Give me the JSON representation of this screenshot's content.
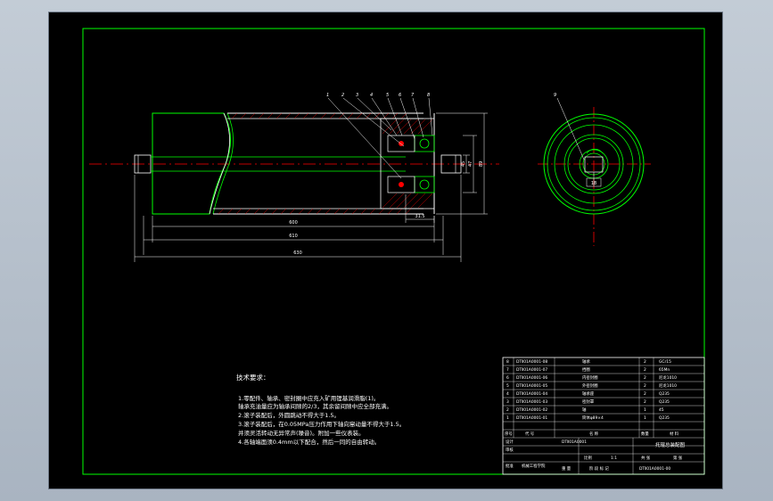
{
  "colors": {
    "background": "#b9c3ce",
    "sheet": "#000000",
    "border": "#00ff00",
    "outline": "#ffffff",
    "centerline": "#ff0000",
    "hatch": "#ff0000",
    "part_green": "#00ff00"
  },
  "drawing": {
    "callouts": [
      "1",
      "2",
      "3",
      "4",
      "5",
      "6",
      "7",
      "8",
      "9"
    ],
    "dims": {
      "len_inner": "600",
      "len_mid": "610",
      "len_total": "630",
      "bearing_width": "31.5",
      "dia_1": "45",
      "dia_2": "47",
      "dia_3": "89",
      "section_flat": "18"
    }
  },
  "notes": {
    "title": "技术要求：",
    "lines": [
      "1.零配件、轴承、密封圈中应充入矿用锂基润滑脂(1)。",
      "  轴承充油量应为轴承间隙的2/3，其余留间隙中应全部充满。",
      "2.滚子装配后，外圆跳动不得大于1.5。",
      "3.滚子装配后，在0.05MPa压力作用下轴向窜动量不得大于1.5。",
      "  并须灵活转动无异常声(噪音)。附加一些仪表装。",
      "4.各轴端面须0.4mm以下配合，然后一同的自由转动。"
    ]
  },
  "title_block": {
    "parts": [
      {
        "no": "8",
        "code": "DTⅡ01A0001-08",
        "name": "轴承",
        "qty": "2",
        "material": "GCr15"
      },
      {
        "no": "7",
        "code": "DTⅡ01A0001-07",
        "name": "挡圈",
        "qty": "2",
        "material": "65Mn"
      },
      {
        "no": "6",
        "code": "DTⅡ01A0001-06",
        "name": "内密封圈",
        "qty": "2",
        "material": "尼龙1010"
      },
      {
        "no": "5",
        "code": "DTⅡ01A0001-05",
        "name": "外密封圈",
        "qty": "2",
        "material": "尼龙1010"
      },
      {
        "no": "4",
        "code": "DTⅡ01A0001-04",
        "name": "轴承座",
        "qty": "2",
        "material": "Q235"
      },
      {
        "no": "3",
        "code": "DTⅡ01A0001-03",
        "name": "密封罩",
        "qty": "2",
        "material": "Q235"
      },
      {
        "no": "2",
        "code": "DTⅡ01A0001-02",
        "name": "轴",
        "qty": "1",
        "material": "45"
      },
      {
        "no": "1",
        "code": "DTⅡ01A0001-01",
        "name": "筒体φ89×4",
        "qty": "1",
        "material": "Q235"
      }
    ],
    "header": {
      "no": "序号",
      "code": "代  号",
      "name": "名  称",
      "qty": "数量",
      "material": "材  料"
    },
    "drawing_no": "DTⅡ01A0001",
    "title": "托辊总装配图",
    "scale_label": "比例",
    "scale_value": "1:1",
    "sheet_label": "共 张",
    "sheet_value": "第 张",
    "designer_label": "设计",
    "checker_label": "审核",
    "approver_label": "批准",
    "unit": "机械工程学院",
    "stage_label": "阶 段 标 记",
    "mass_label": "重 量",
    "code_tail": "DTⅡ01A0001-00"
  }
}
